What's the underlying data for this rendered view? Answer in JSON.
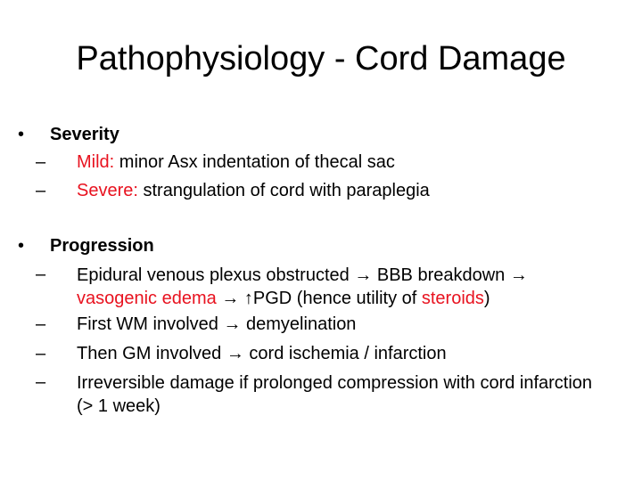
{
  "slide": {
    "title": "Pathophysiology - Cord Damage",
    "bullet_glyph": "•",
    "dash_glyph": "–",
    "arrow_glyph": "→",
    "up_arrow_glyph": "↑",
    "sections": [
      {
        "heading": "Severity",
        "items": [
          {
            "red": "Mild:",
            "text": " minor Asx indentation of thecal sac"
          },
          {
            "red": "Severe:",
            "text": " strangulation of cord with paraplegia"
          }
        ]
      },
      {
        "heading": "Progression",
        "items": [
          {
            "p1": "Epidural venous plexus obstructed ",
            "p2": " BBB breakdown ",
            "red1": "vasogenic edema",
            "p3": " ",
            "p4": "PGD (hence utility of ",
            "red2": "steroids",
            "p5": ")"
          },
          {
            "p1": "First WM involved ",
            "p2": " demyelination"
          },
          {
            "p1": "Then GM involved ",
            "p2": " cord ischemia / infarction"
          },
          {
            "p1": "Irreversible damage if prolonged compression with cord infarction (> 1 week)"
          }
        ]
      }
    ],
    "colors": {
      "accent_red": "#e8121f",
      "text": "#000000",
      "background": "#ffffff"
    }
  }
}
